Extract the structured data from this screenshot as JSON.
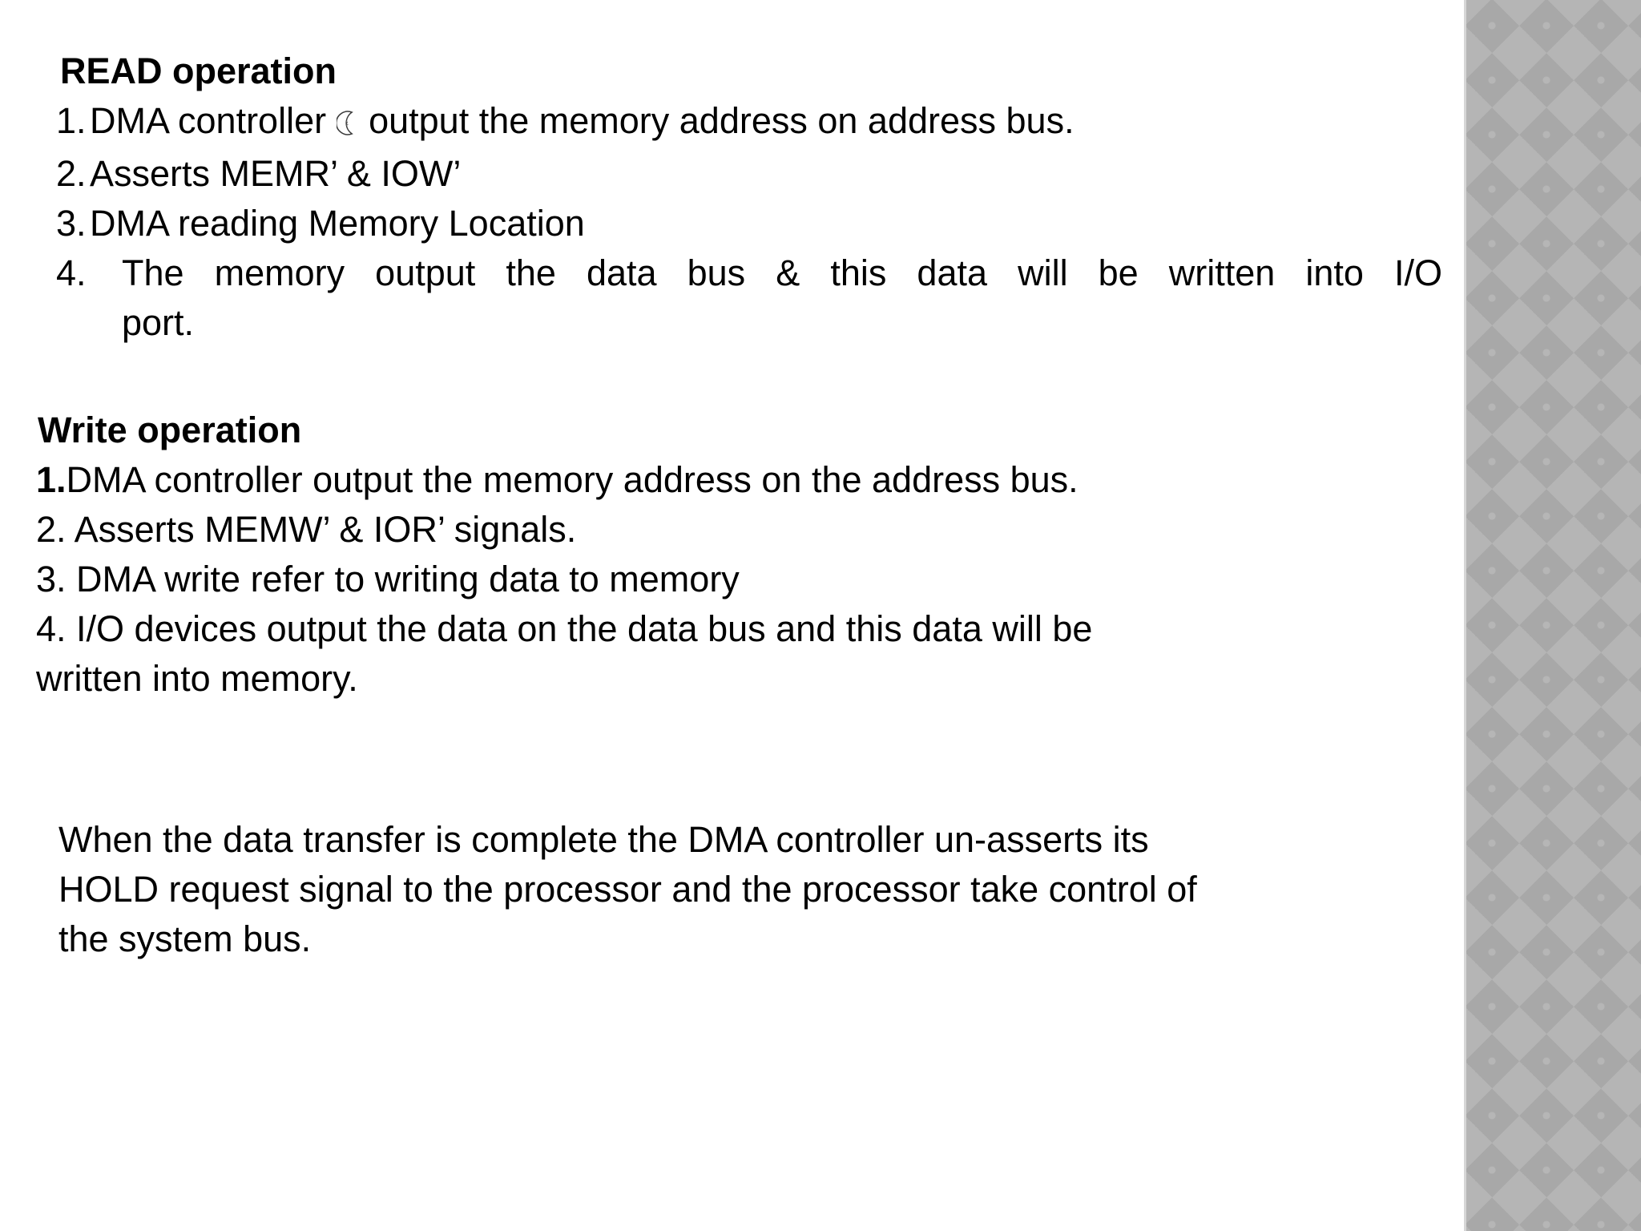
{
  "slide": {
    "read_section": {
      "heading": "READ operation",
      "items": [
        {
          "number": "1.",
          "pre_icon_text": "DMA controller",
          "inline_icon": "crescent-moon",
          "post_icon_text": "output the memory address on address bus."
        },
        {
          "number": "2.",
          "text": "Asserts MEMR’ & IOW’"
        },
        {
          "number": "3.",
          "text": "DMA reading Memory Location"
        },
        {
          "number": "4.",
          "line1": "The memory output the data bus & this data will be written into I/O",
          "line2": "port."
        }
      ]
    },
    "write_section": {
      "heading": "Write operation",
      "items": [
        {
          "number": "1.",
          "text": "DMA controller output the memory address on the address bus."
        },
        {
          "number": "2. ",
          "text": "Asserts MEMW’ & IOR’ signals."
        },
        {
          "number": "3. ",
          "text": "DMA write refer to writing data to memory"
        },
        {
          "number": "4. ",
          "text": "I/O devices output the data on the data bus and this data will be"
        },
        {
          "text": "written into memory."
        }
      ]
    },
    "closing_paragraph": {
      "lines": [
        "When the data transfer is complete the DMA controller un-asserts its",
        "HOLD request signal to the processor and the processor take control of",
        "the system bus."
      ]
    },
    "colors": {
      "background": "#ffffff",
      "text": "#000000",
      "sidebar_light": "#b5b5b5",
      "sidebar_dark": "#a8a8a8",
      "sidebar_edge_line": "#d6d6d6"
    }
  }
}
